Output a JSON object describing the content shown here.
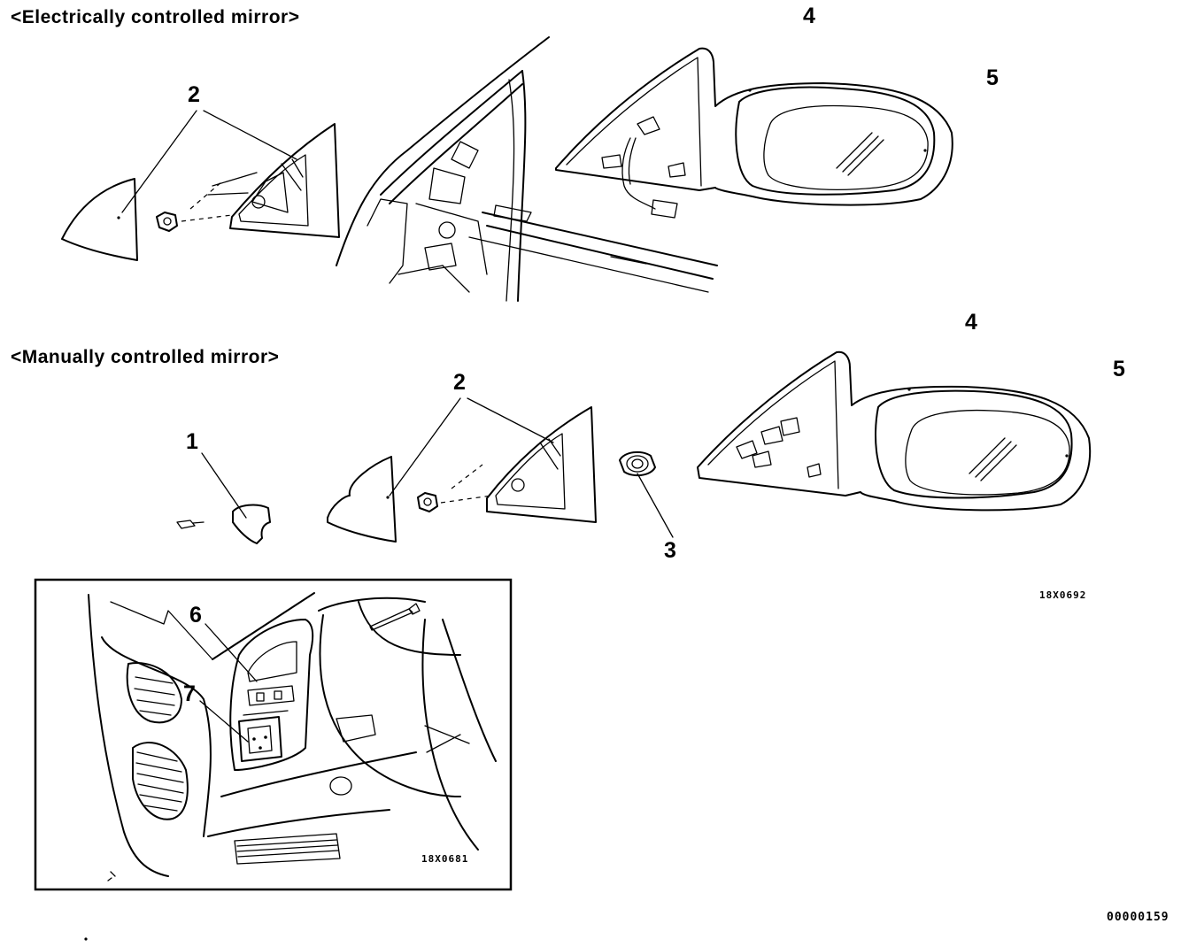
{
  "sections": {
    "electric_heading": "<Electrically controlled mirror>",
    "manual_heading": "<Manually controlled mirror>"
  },
  "callouts": {
    "electric": {
      "c2": "2",
      "c4": "4",
      "c5": "5"
    },
    "manual": {
      "c1": "1",
      "c2": "2",
      "c3": "3",
      "c4": "4",
      "c5": "5"
    },
    "inset": {
      "c6": "6",
      "c7": "7"
    }
  },
  "codes": {
    "manual_figure": "18X0692",
    "inset_figure": "18X0681",
    "page_figure": "00000159"
  }
}
